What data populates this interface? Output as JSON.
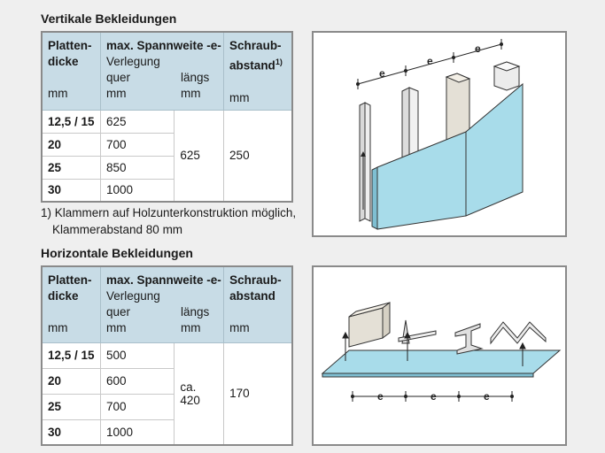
{
  "vertical": {
    "title": "Vertikale Bekleidungen",
    "header": {
      "col1_line1": "Platten-",
      "col1_line2": "dicke",
      "col1_unit": "mm",
      "col2_title": "max. Spannweite -e-",
      "col2_sub": "Verlegung",
      "col2a_label": "quer",
      "col2a_unit": "mm",
      "col2b_label": "längs",
      "col2b_unit": "mm",
      "col3_line1": "Schraub-",
      "col3_line2": "abstand",
      "col3_sup": "1)",
      "col3_unit": "mm"
    },
    "rows": [
      {
        "thickness": "12,5 / 15",
        "quer": "625"
      },
      {
        "thickness": "20",
        "quer": "700"
      },
      {
        "thickness": "25",
        "quer": "850"
      },
      {
        "thickness": "30",
        "quer": "1000"
      }
    ],
    "laengs": "625",
    "screw_spacing": "250",
    "footnote_line1": "1) Klammern auf Holzunterkonstruktion möglich,",
    "footnote_line2": "Klammerabstand 80 mm",
    "figure_label": "e"
  },
  "horizontal": {
    "title": "Horizontale Bekleidungen",
    "header": {
      "col1_line1": "Platten-",
      "col1_line2": "dicke",
      "col1_unit": "mm",
      "col2_title": "max. Spannweite -e-",
      "col2_sub": "Verlegung",
      "col2a_label": "quer",
      "col2a_unit": "mm",
      "col2b_label": "längs",
      "col2b_unit": "mm",
      "col3_line1": "Schraub-",
      "col3_line2": "abstand",
      "col3_unit": "mm"
    },
    "rows": [
      {
        "thickness": "12,5 / 15",
        "quer": "500"
      },
      {
        "thickness": "20",
        "quer": "600"
      },
      {
        "thickness": "25",
        "quer": "700"
      },
      {
        "thickness": "30",
        "quer": "1000"
      }
    ],
    "laengs_line1": "ca.",
    "laengs_line2": "420",
    "screw_spacing": "170",
    "figure_label": "e"
  },
  "colors": {
    "header_bg": "#c8dce6",
    "board": "#a8dcea",
    "border": "#8a8a8a"
  }
}
